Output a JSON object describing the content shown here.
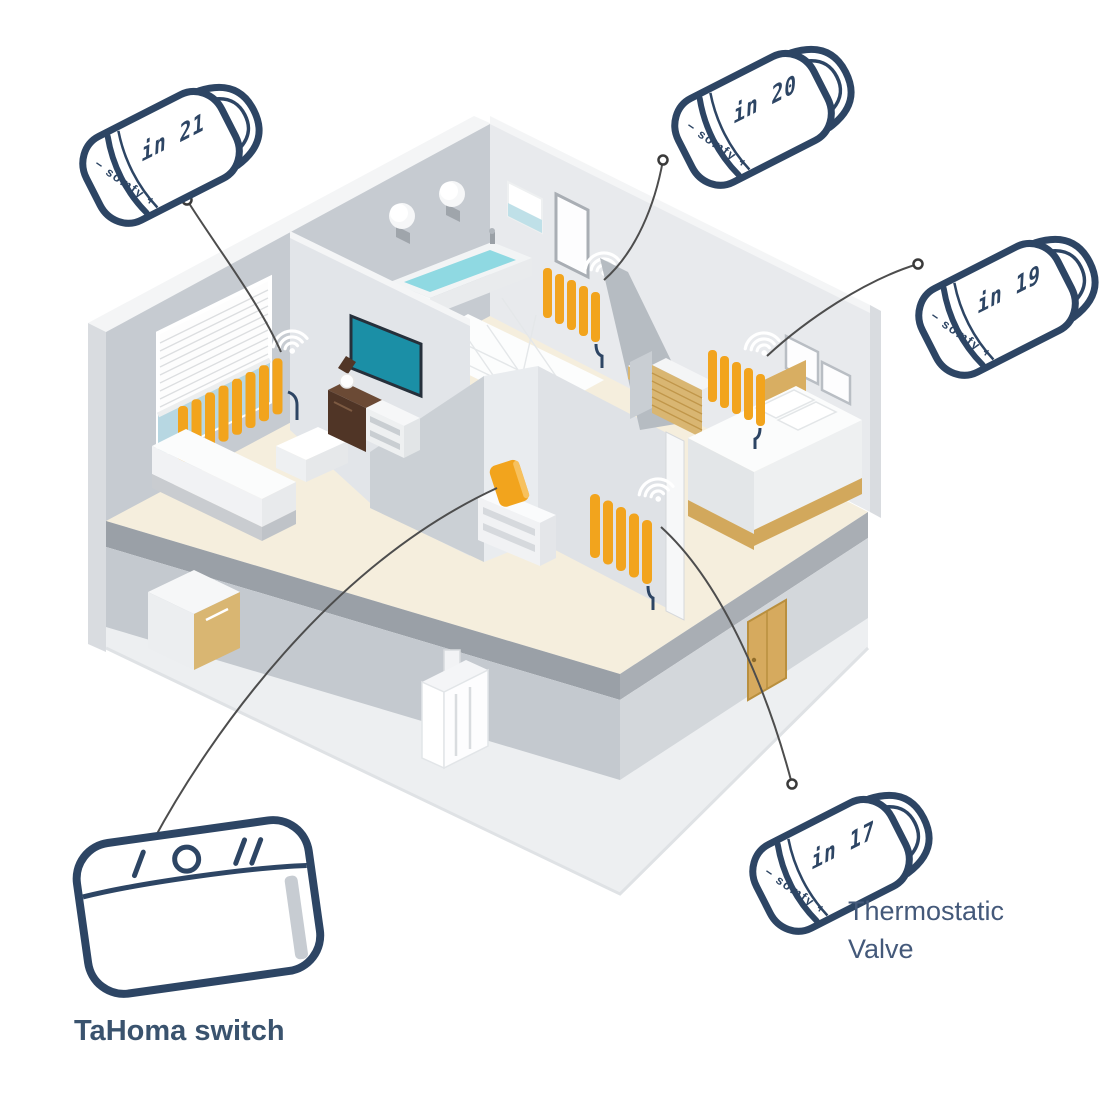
{
  "labels": {
    "tahoma_switch": "TaHoma switch",
    "thermostatic_valve_line1": "Thermostatic",
    "thermostatic_valve_line2": "Valve"
  },
  "valves": [
    {
      "id": "valve-top-left",
      "display": "in 21",
      "brand": "− somfy +"
    },
    {
      "id": "valve-top-center",
      "display": "in 20",
      "brand": "− somfy +"
    },
    {
      "id": "valve-right",
      "display": "in 19",
      "brand": "− somfy +"
    },
    {
      "id": "valve-bottom-right",
      "display": "in 17",
      "brand": "− somfy +"
    }
  ],
  "tahoma": {
    "buttons": [
      "scenario-1",
      "favorite",
      "scenario-2"
    ]
  },
  "scene": {
    "rooms": [
      {
        "name": "living-room",
        "items": [
          "window-blind",
          "radiator",
          "wifi-signal",
          "tv",
          "tv-stand",
          "lamp",
          "sofa",
          "coffee-table"
        ]
      },
      {
        "name": "bathroom",
        "items": [
          "wall-lights",
          "bathtub",
          "window",
          "mirror",
          "radiator",
          "wifi-signal",
          "tiled-floor"
        ]
      },
      {
        "name": "bedroom",
        "items": [
          "picture-frames",
          "dresser",
          "bed",
          "radiator",
          "wifi-signal"
        ]
      },
      {
        "name": "hallway",
        "items": [
          "shelf",
          "tahoma-gateway",
          "radiator",
          "wifi-signal",
          "stairs"
        ]
      },
      {
        "name": "basement",
        "items": [
          "cabinet",
          "boiler",
          "door"
        ]
      }
    ]
  },
  "colors": {
    "outline_navy": "#2d4564",
    "label_blue": "#3a536e",
    "radiator_orange": "#f2a41d",
    "tv_teal": "#1b8fa6",
    "water_cyan": "#8fd9e2",
    "floor_cream": "#f5eedd",
    "wood_tan": "#d9b672",
    "slab_gray": "#9aa0a7",
    "connector_gray": "#4d4d4d"
  }
}
